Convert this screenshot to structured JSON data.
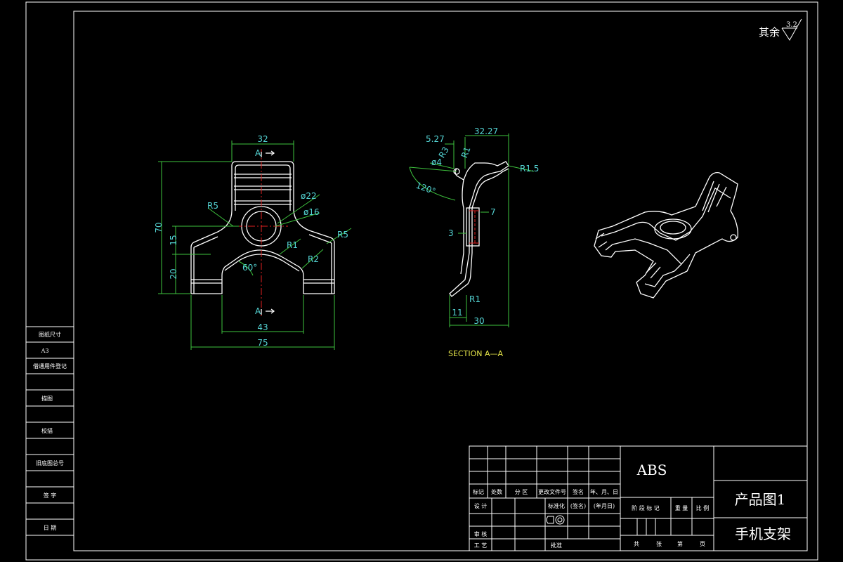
{
  "roughness": {
    "label": "其余",
    "value": "3.2"
  },
  "front_view": {
    "dims": {
      "width_top": "32",
      "height": "70",
      "h15": "15",
      "h20": "20",
      "slot_width": "43",
      "overall_width": "75",
      "dia22": "ø22",
      "dia16": "ø16",
      "r5_left": "R5",
      "r5_right": "R5",
      "r1": "R1",
      "r2": "R2",
      "angle60": "60°"
    },
    "section_marks": [
      "A",
      "A"
    ]
  },
  "section_view": {
    "title": "SECTION A—A",
    "dims": {
      "d527": "5.27",
      "d3227": "32.27",
      "r3": "R3",
      "dia4": "ø4",
      "r1_small": "R1",
      "r15": "R1.5",
      "angle120": "120°",
      "d7": "7",
      "d3": "3",
      "d11": "11",
      "d30": "30",
      "r1_bottom": "R1"
    }
  },
  "title_block": {
    "material": "ABS",
    "drawing_name": "产品图1",
    "part_name": "手机支架",
    "row_labels": [
      "标记",
      "处数",
      "分 区",
      "更改文件号",
      "签名",
      "年、月、日"
    ],
    "design": "设  计",
    "standard": "标准化",
    "sign": "(签名)",
    "date": "(年月日)",
    "stage_labels": [
      "阶 段 标 记",
      "重 量",
      "比 例"
    ],
    "review": "审  核",
    "process": "工  艺",
    "approve": "批准",
    "sheet_info": [
      "共",
      "张",
      "第",
      "页"
    ]
  },
  "side_panel": [
    "图纸尺寸",
    "A3",
    "借通用件登记",
    "",
    "描图",
    "",
    "校描",
    "",
    "旧底图总号",
    "",
    "签  字",
    "",
    "日  期"
  ]
}
